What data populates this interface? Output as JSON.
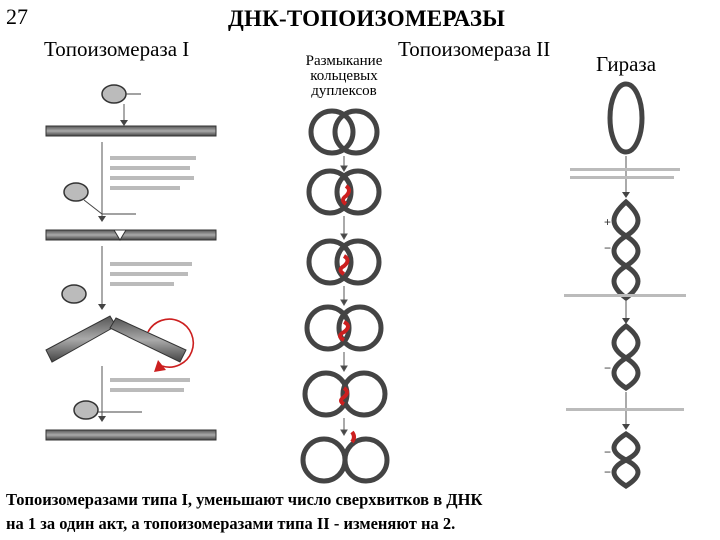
{
  "slide": {
    "number": "27",
    "title": "ДНК-ТОПОИЗОМЕРАЗЫ"
  },
  "headers": {
    "topo1": "Топоизомераза I",
    "topo2": "Топоизомераза II",
    "gyrase": "Гираза",
    "unlinking": [
      "Размыкание",
      "кольцевых",
      "дуплексов"
    ]
  },
  "caption": {
    "line1": "Топоизомеразами типа I, уменьшают число сверхвитков в ДНК",
    "line2": "на 1 за один акт, а топоизомеразами типа II - изменяют на 2."
  },
  "colors": {
    "accent_red": "#cc1f1f",
    "dna_dark": "#333333",
    "dna_mid": "#8a8a8a"
  }
}
